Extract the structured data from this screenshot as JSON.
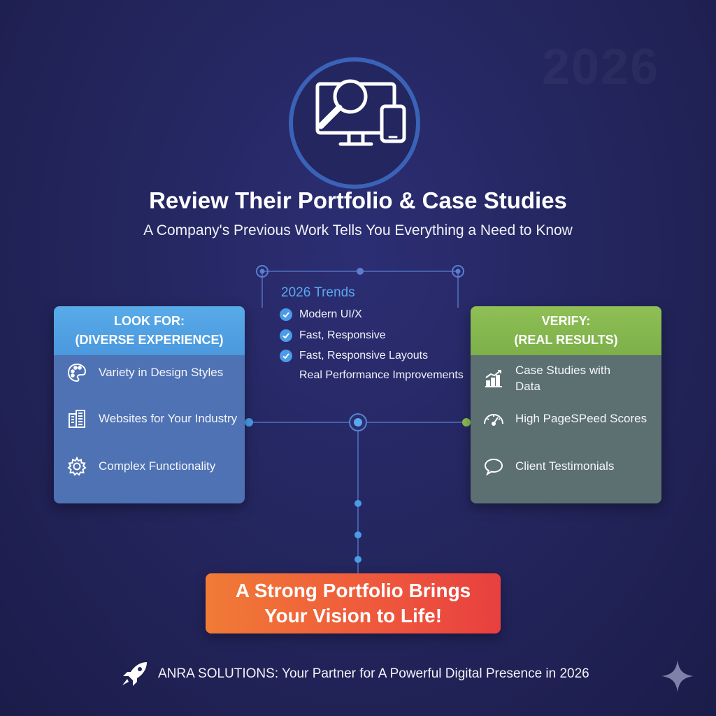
{
  "watermark": "2026",
  "hero": {
    "icon": "search-monitor-phone-icon"
  },
  "title": "Review Their Portfolio & Case Studies",
  "subtitle": "A Company's Previous Work Tells You Everything a Need to Know",
  "trends": {
    "title": "2026 Trends",
    "items": [
      {
        "label": "Modern UI/X",
        "checked": true
      },
      {
        "label": "Fast, Responsive",
        "checked": true
      },
      {
        "label": "Fast, Responsive Layouts",
        "checked": true
      },
      {
        "label": "Real Performance Improvements",
        "checked": false
      }
    ]
  },
  "left_card": {
    "title_line1": "LOOK FOR:",
    "title_line2": "(DIVERSE EXPERIENCE)",
    "items": [
      {
        "icon": "palette-icon",
        "label": "Variety in Design Styles"
      },
      {
        "icon": "building-icon",
        "label": "Websites for Your Industry"
      },
      {
        "icon": "gear-icon",
        "label": "Complex Functionality"
      }
    ]
  },
  "right_card": {
    "title_line1": "VERIFY:",
    "title_line2": "(REAL RESULTS)",
    "items": [
      {
        "icon": "bar-chart-icon",
        "label": "Case Studies with Data"
      },
      {
        "icon": "speedometer-icon",
        "label": "High PageSPeed Scores"
      },
      {
        "icon": "chat-bubble-icon",
        "label": "Client Testimonials"
      }
    ]
  },
  "cta": {
    "line1": "A Strong Portfolio Brings",
    "line2": "Your Vision to Life!"
  },
  "footer": {
    "icon": "rocket-icon",
    "text": "ANRA SOLUTIONS: Your Partner for A Powerful Digital Presence in 2026"
  },
  "colors": {
    "accent_blue": "#4a9be8",
    "accent_green": "#8bbd52",
    "cta_orange": "#ef6a3a",
    "background": "#24265f"
  }
}
